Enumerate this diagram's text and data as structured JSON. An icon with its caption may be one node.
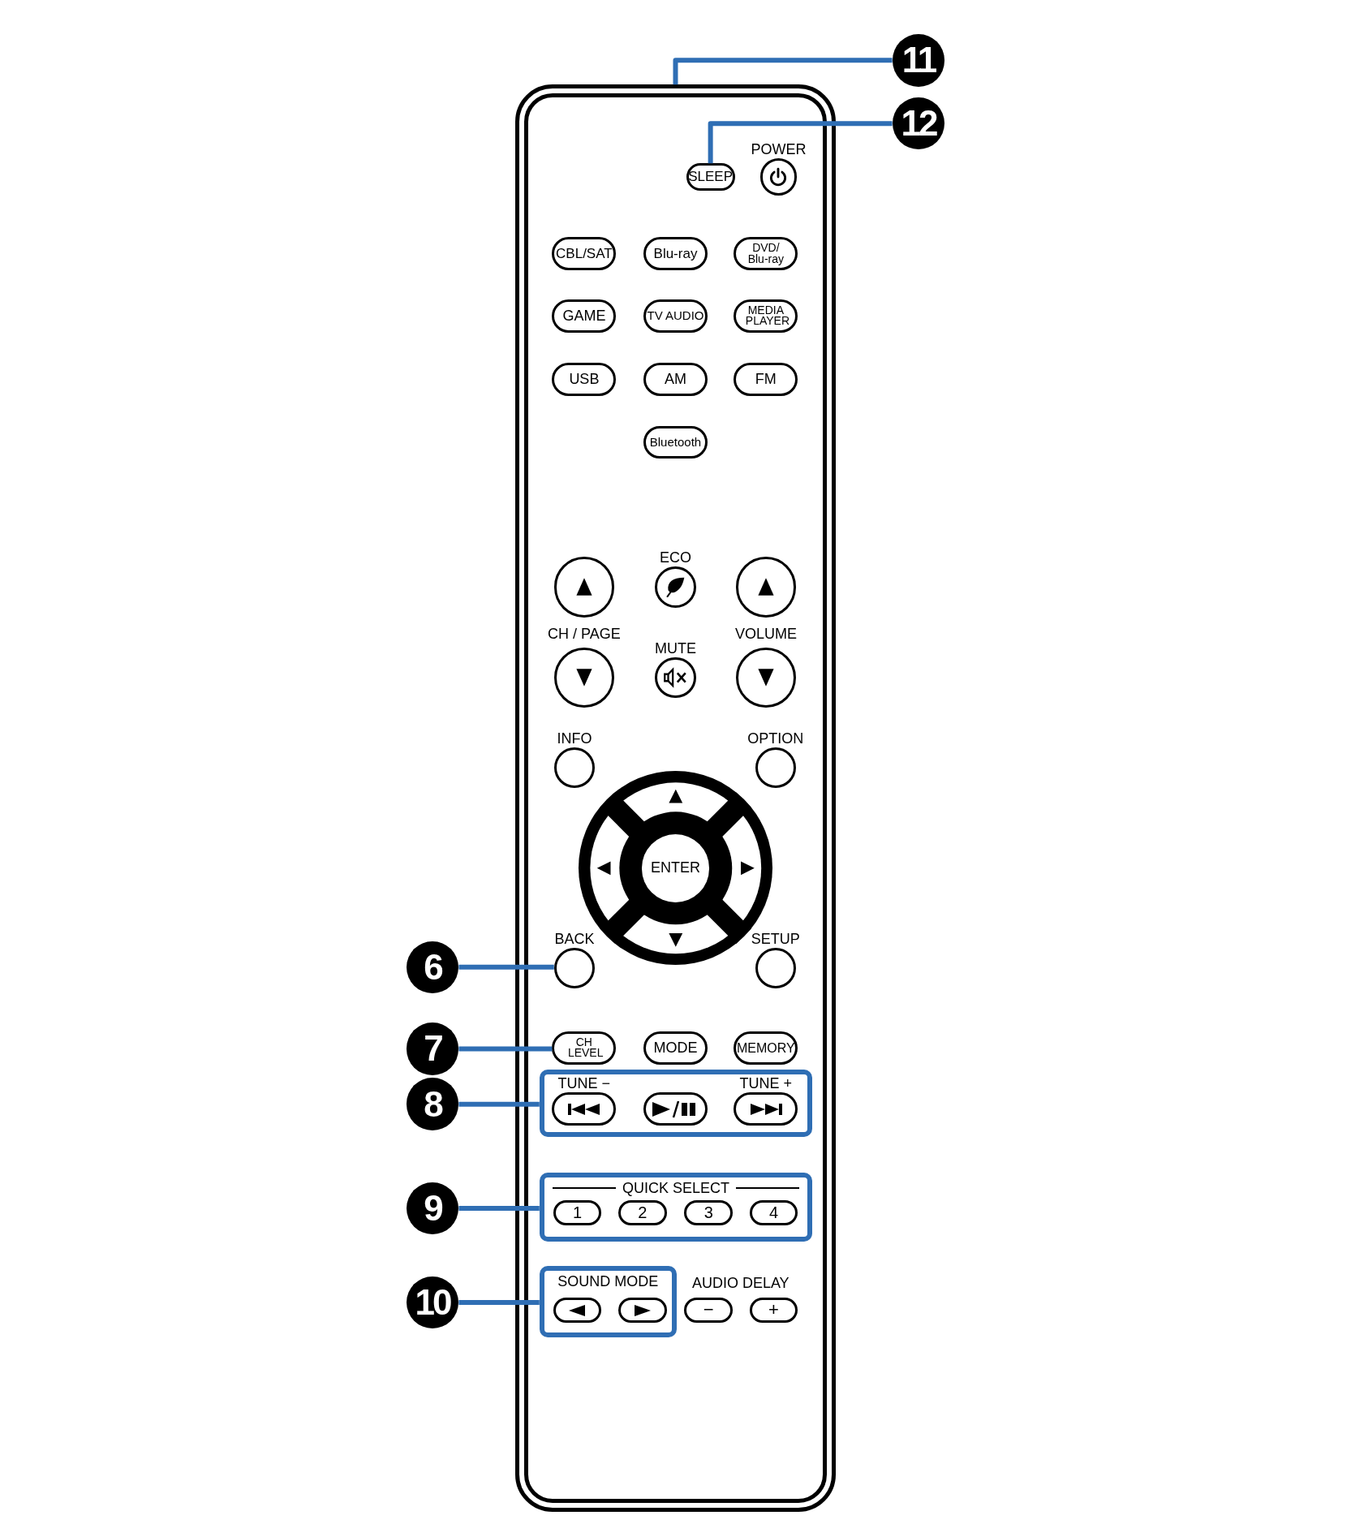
{
  "diagram": {
    "nodes": [
      {
        "text": [
          "11"
        ]
      },
      {
        "text": [
          "12"
        ]
      },
      {
        "text": [],
        "shape": "box"
      },
      {
        "text": [
          "SLEEP"
        ],
        "in": 2
      },
      {
        "text": [],
        "shape": "circle",
        "in": 2,
        "beside": [
          "POWER"
        ]
      },
      {
        "text": [
          "CBL/SAT"
        ],
        "in": 2
      },
      {
        "text": [
          "Blu-ray"
        ],
        "in": 2
      },
      {
        "text": [
          "DVD/ Blu-ray"
        ],
        "in": 2
      },
      {
        "text": [
          "GAME"
        ],
        "in": 2
      },
      {
        "text": [
          "TV AUDIO"
        ],
        "in": 2
      },
      {
        "text": [
          "MEDIA PLAYER"
        ],
        "in": 2
      },
      {
        "text": [
          "USB"
        ],
        "in": 2
      },
      {
        "text": [
          "AM"
        ],
        "in": 2
      },
      {
        "text": [
          "FM"
        ],
        "in": 2
      },
      {
        "text": [
          "Bluetooth"
        ],
        "in": 2
      },
      {
        "text": [],
        "shape": "circle",
        "in": 2
      },
      {
        "text": [],
        "shape": "circle",
        "in": 2,
        "beside": [
          "ECO"
        ]
      },
      {
        "text": [],
        "shape": "circle",
        "in": 2
      },
      {
        "text": [],
        "shape": "circle",
        "in": 2
      },
      {
        "text": [],
        "shape": "circle",
        "in": 2,
        "beside": [
          "MUTE"
        ]
      },
      {
        "text": [],
        "shape": "circle",
        "in": 2
      },
      {
        "text": [],
        "shape": "circle",
        "in": 2,
        "beside": [
          "INFO"
        ]
      },
      {
        "text": [],
        "shape": "circle",
        "in": 2,
        "beside": [
          "OPTION"
        ]
      },
      {
        "text": [],
        "shape": "circle",
        "in": 2
      },
      {
        "text": [
          "ENTER"
        ],
        "in": 23
      },
      {
        "text": [],
        "shape": "circle",
        "in": 2,
        "beside": [
          "BACK"
        ]
      },
      {
        "text": [],
        "shape": "circle",
        "in": 2,
        "beside": [
          "SETUP"
        ]
      },
      {
        "text": [
          "CH LEVEL"
        ],
        "in": 2
      },
      {
        "text": [
          "MODE"
        ],
        "in": 2
      },
      {
        "text": [
          "MEMORY"
        ],
        "in": 2
      },
      {
        "text": [],
        "shape": "box",
        "in": 2
      },
      {
        "text": [],
        "shape": "pill",
        "in": 30,
        "beside": [
          "TUNE −"
        ]
      },
      {
        "text": [],
        "shape": "pill",
        "in": 30
      },
      {
        "text": [],
        "shape": "pill",
        "in": 30,
        "beside": [
          "TUNE +"
        ]
      },
      {
        "text": [
          "QUICK SELECT"
        ],
        "in": 2
      },
      {
        "text": [
          "1"
        ],
        "in": 34
      },
      {
        "text": [
          "2"
        ],
        "in": 34
      },
      {
        "text": [
          "3"
        ],
        "in": 34
      },
      {
        "text": [
          "4"
        ],
        "in": 34
      },
      {
        "text": [
          "SOUND MODE"
        ],
        "in": 2
      },
      {
        "text": [],
        "shape": "pill",
        "in": 39
      },
      {
        "text": [],
        "shape": "pill",
        "in": 39
      },
      {
        "text": [
          "−"
        ],
        "in": 2
      },
      {
        "text": [
          "+"
        ],
        "in": 2
      },
      {
        "text": [
          "6"
        ]
      },
      {
        "text": [
          "7"
        ]
      },
      {
        "text": [
          "8"
        ]
      },
      {
        "text": [
          "9"
        ]
      },
      {
        "text": [
          "10"
        ]
      }
    ],
    "edges": [
      {
        "from": 0,
        "to": 2,
        "arrow": "none"
      },
      {
        "from": 1,
        "to": 3,
        "arrow": "none"
      },
      {
        "from": 44,
        "to": 25,
        "arrow": "none"
      },
      {
        "from": 45,
        "to": 27,
        "arrow": "none"
      },
      {
        "from": 46,
        "to": 30,
        "arrow": "none"
      },
      {
        "from": 47,
        "to": 34,
        "arrow": "none"
      },
      {
        "from": 48,
        "to": 39,
        "arrow": "none"
      }
    ],
    "labels": [
      "CH / PAGE",
      "VOLUME",
      "AUDIO DELAY"
    ]
  }
}
